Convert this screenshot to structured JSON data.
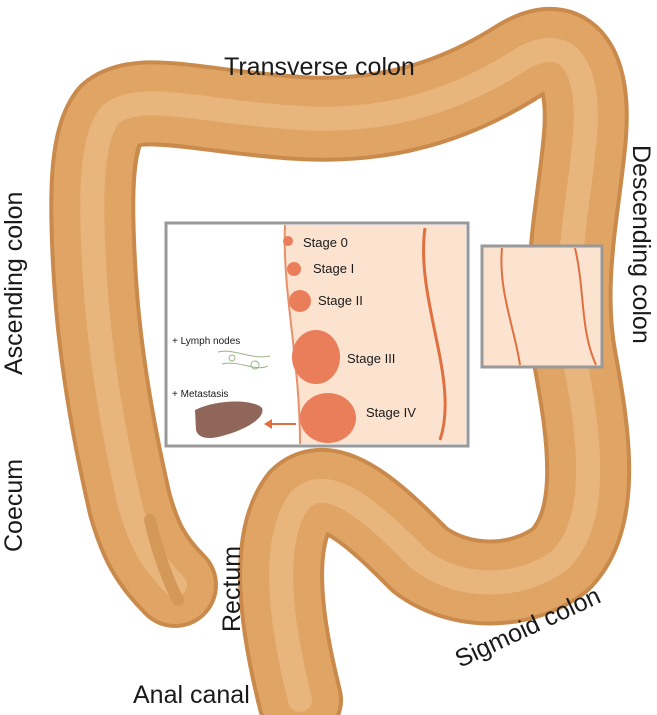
{
  "labels": {
    "transverse": "Transverse colon",
    "ascending": "Ascending colon",
    "descending": "Descending colon",
    "coecum": "Coecum",
    "rectum": "Rectum",
    "sigmoid": "Sigmoid colon",
    "anal": "Anal canal"
  },
  "inset": {
    "stages": [
      "Stage 0",
      "Stage I",
      "Stage II",
      "Stage III",
      "Stage IV"
    ],
    "lymph": "+ Lymph nodes",
    "metastasis": "+ Metastasis"
  },
  "colors": {
    "colon": "#e0a565",
    "colon_dark": "#c98a4c",
    "tissue": "#fbe3cf",
    "tumor": "#ea7d5a",
    "wall": "#e07040",
    "frame": "#999999",
    "liver": "#8f6659"
  }
}
